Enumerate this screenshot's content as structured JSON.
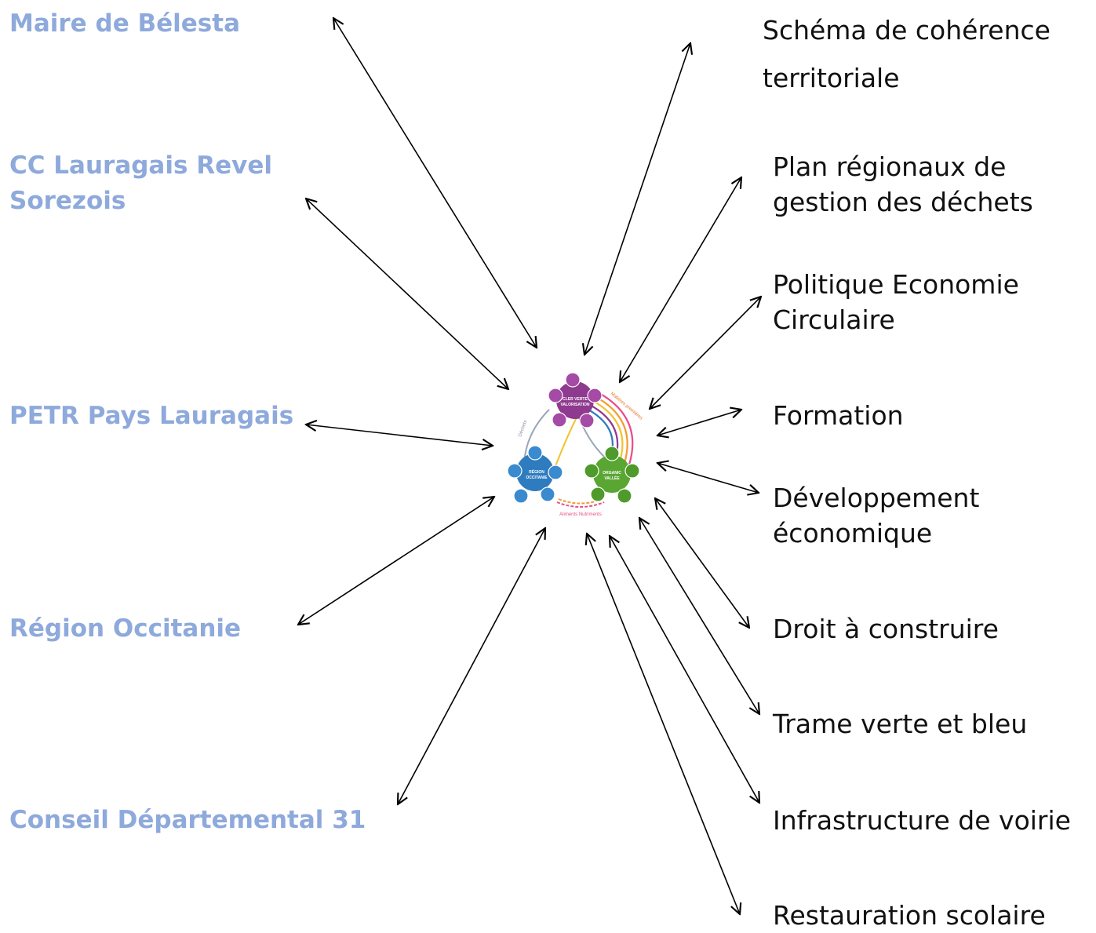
{
  "actors": [
    {
      "lines": [
        "Maire de Bélesta"
      ]
    },
    {
      "lines": [
        "CC Lauragais Revel",
        "Sorezois"
      ]
    },
    {
      "lines": [
        "PETR Pays Lauragais"
      ]
    },
    {
      "lines": [
        "Région Occitanie"
      ]
    },
    {
      "lines": [
        "Conseil Départemental 31"
      ]
    }
  ],
  "policies": [
    {
      "lines": [
        "Schéma de cohérence",
        "territoriale"
      ]
    },
    {
      "lines": [
        "Plan régionaux de",
        "gestion des déchets"
      ]
    },
    {
      "lines": [
        "Politique Economie",
        "Circulaire"
      ]
    },
    {
      "lines": [
        "Formation"
      ]
    },
    {
      "lines": [
        "Développement",
        "économique"
      ]
    },
    {
      "lines": [
        "Droit à construire"
      ]
    },
    {
      "lines": [
        "Trame verte et bleu"
      ]
    },
    {
      "lines": [
        "Infrastructure de voirie"
      ]
    },
    {
      "lines": [
        "Restauration scolaire"
      ]
    }
  ],
  "hub": {
    "nodes": [
      {
        "label_1": "CLER VERTE",
        "label_2": "VALORISATION",
        "color": "#8E3A8E"
      },
      {
        "label_1": "RÉGION",
        "label_2": "OCCITANIE",
        "color": "#2E7BBF"
      },
      {
        "label_1": "ORGANIC",
        "label_2": "VALLÉE",
        "color": "#5AA632"
      }
    ],
    "arc_labels": {
      "left": "Déchets",
      "right": "Matières premières",
      "bottom": "Aliments Nutriments"
    }
  },
  "colors": {
    "actor_text": "#8EA9DB",
    "policy_text": "#111111",
    "arrow": "#000000"
  }
}
